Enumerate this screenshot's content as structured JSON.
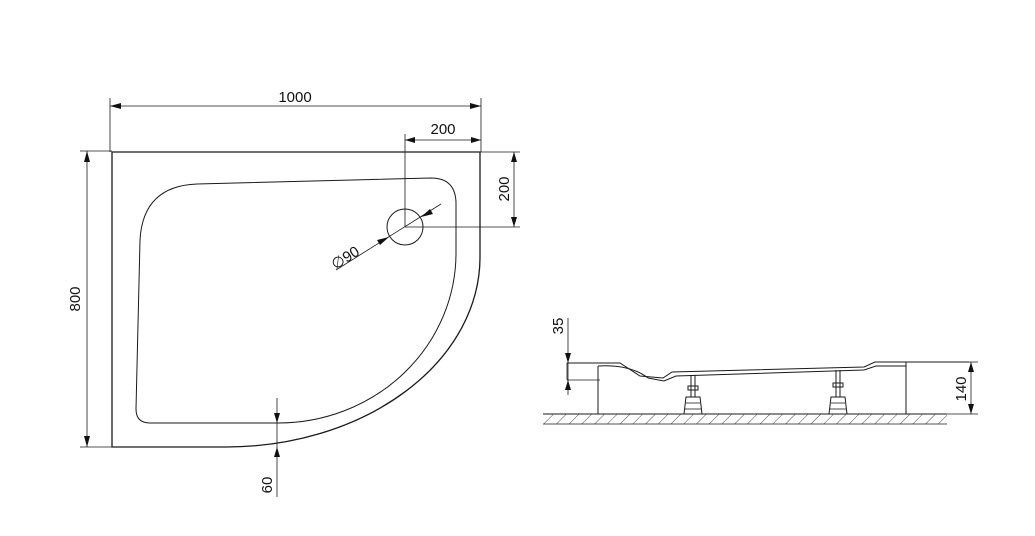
{
  "dimensions": {
    "width": "1000",
    "depth": "800",
    "drain_offset_x": "200",
    "drain_offset_y": "200",
    "drain_diameter": "∅90",
    "rim_width": "60",
    "drain_depth": "35",
    "total_height": "140"
  },
  "colors": {
    "line": "#1a1a1a",
    "background": "#ffffff"
  }
}
